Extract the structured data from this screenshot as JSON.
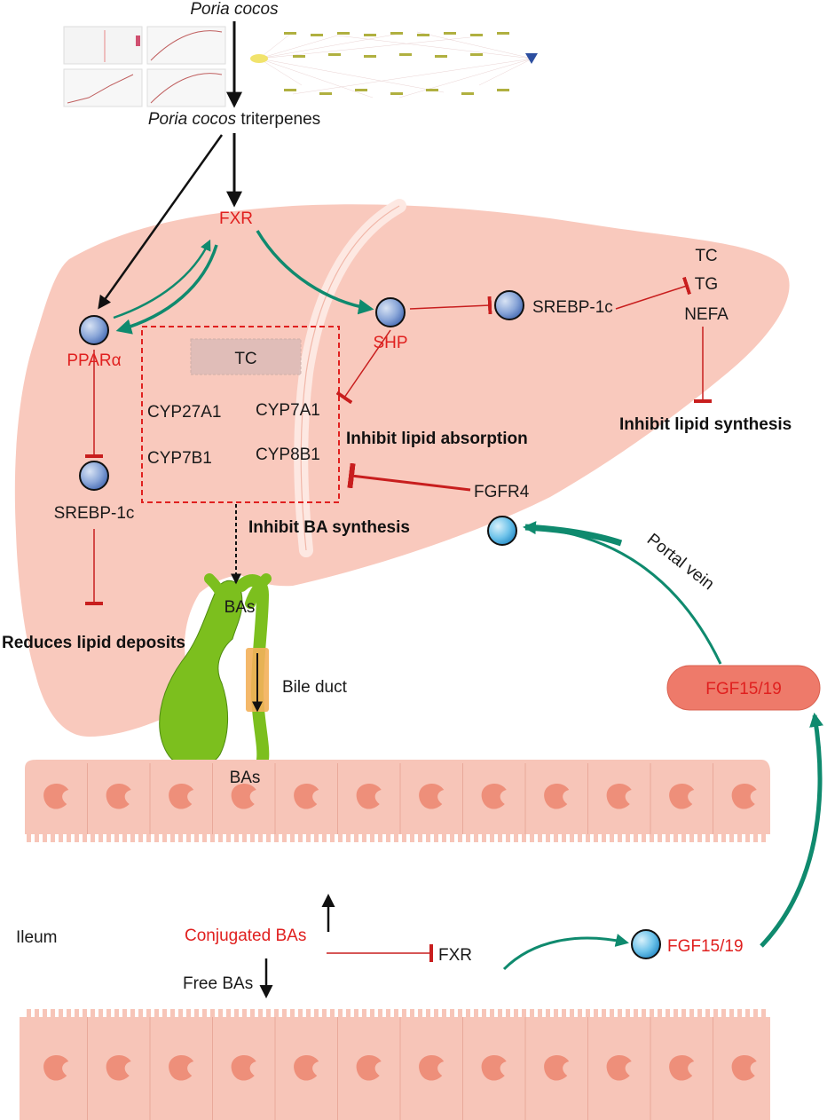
{
  "source": {
    "name": "Poria cocos",
    "triterpenes_name": "Poria cocos",
    "triterpenes_suffix": " triterpenes"
  },
  "liver": {
    "fxr": "FXR",
    "ppar": "PPARα",
    "shp": "SHP",
    "srebp_right": "SREBP-1c",
    "srebp_left": "SREBP-1c",
    "lipids": [
      "TC",
      "TG",
      "NEFA"
    ],
    "tc_box": "TC",
    "enzymes": [
      "CYP27A1",
      "CYP7A1",
      "CYP7B1",
      "CYP8B1"
    ],
    "inhibit_absorption": "Inhibit lipid absorption",
    "inhibit_synthesis": "Inhibit lipid synthesis",
    "inhibit_ba": "Inhibit BA synthesis",
    "reduces_deposits": "Reduces lipid deposits",
    "fgfr4": "FGFR4"
  },
  "biliary": {
    "bas_top": "BAs",
    "bile_duct": "Bile duct",
    "bas_bottom": "BAs"
  },
  "circulation": {
    "portal_vein": "Portal vein",
    "fgf_pill": "FGF15/19"
  },
  "ileum": {
    "label": "Ileum",
    "conjugated": "Conjugated BAs",
    "free": "Free BAs",
    "fxr": "FXR",
    "fgf": "FGF15/19"
  },
  "colors": {
    "red_label": "#e0201f",
    "liver_fill": "#f9c9bd",
    "teal_arrow": "#0f8a6e",
    "inhibit": "#c81e1e",
    "gallbladder": "#7cbf1e",
    "intestine_fill": "#f7c5b8",
    "nucleus": "#ee8f7a",
    "pill_fill": "#ee7a6a"
  }
}
